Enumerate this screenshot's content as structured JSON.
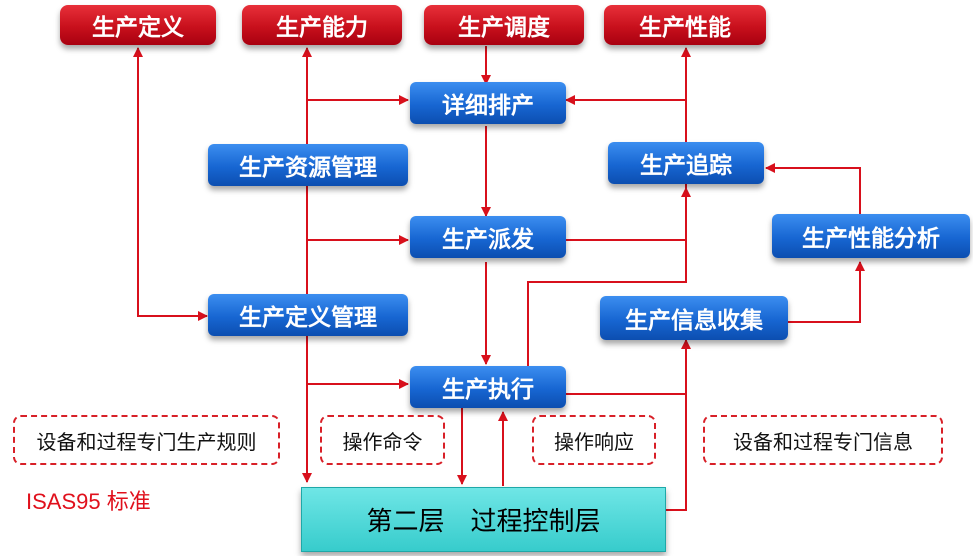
{
  "top": {
    "def": "生产定义",
    "cap": "生产能力",
    "sched": "生产调度",
    "perf": "生产性能"
  },
  "blue": {
    "schedule": "详细排产",
    "resource": "生产资源管理",
    "tracking": "生产追踪",
    "dispatch": "生产派发",
    "analysis": "生产性能分析",
    "defmgmt": "生产定义管理",
    "collect": "生产信息收集",
    "execute": "生产执行"
  },
  "dashed": {
    "rules": "设备和过程专门生产规则",
    "command": "操作命令",
    "response": "操作响应",
    "info": "设备和过程专门信息"
  },
  "note": "ISAS95 标准",
  "base": "第二层　过程控制层",
  "colors": {
    "line": "#d8101c",
    "red_box": "#c8101c",
    "blue_box": "#1766d2",
    "base_box": "#37cccc"
  }
}
